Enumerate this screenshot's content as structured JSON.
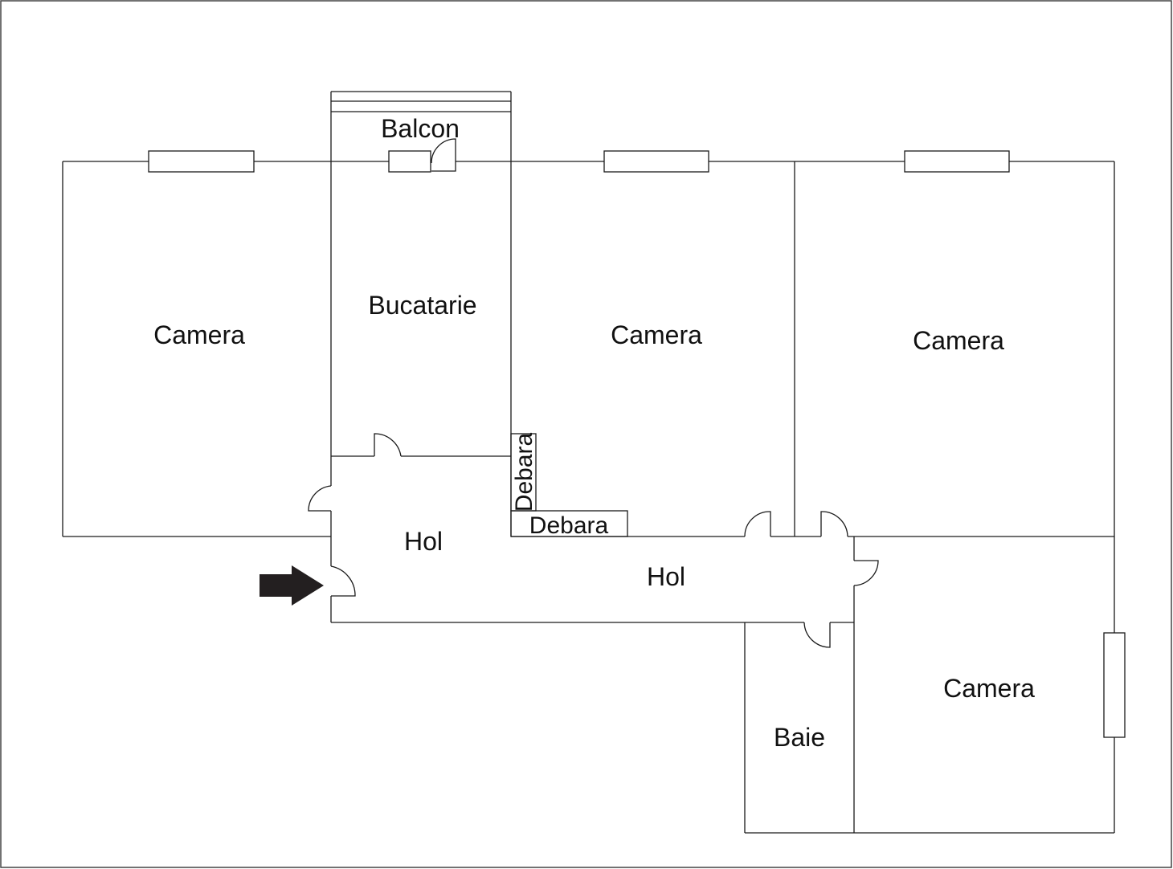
{
  "floorplan": {
    "rooms": {
      "camera_left": "Camera",
      "bucatarie": "Bucatarie",
      "balcon": "Balcon",
      "camera_center": "Camera",
      "camera_right": "Camera",
      "camera_bottom_right": "Camera",
      "hol_left": "Hol",
      "hol_corridor": "Hol",
      "baie": "Baie",
      "debara_vertical": "Debara",
      "debara_horizontal": "Debara"
    },
    "colors": {
      "line": "#1a1a1a",
      "background": "#ffffff",
      "entrance_arrow": "#231f20"
    },
    "icons": {
      "entrance": "entrance-arrow-icon"
    }
  }
}
